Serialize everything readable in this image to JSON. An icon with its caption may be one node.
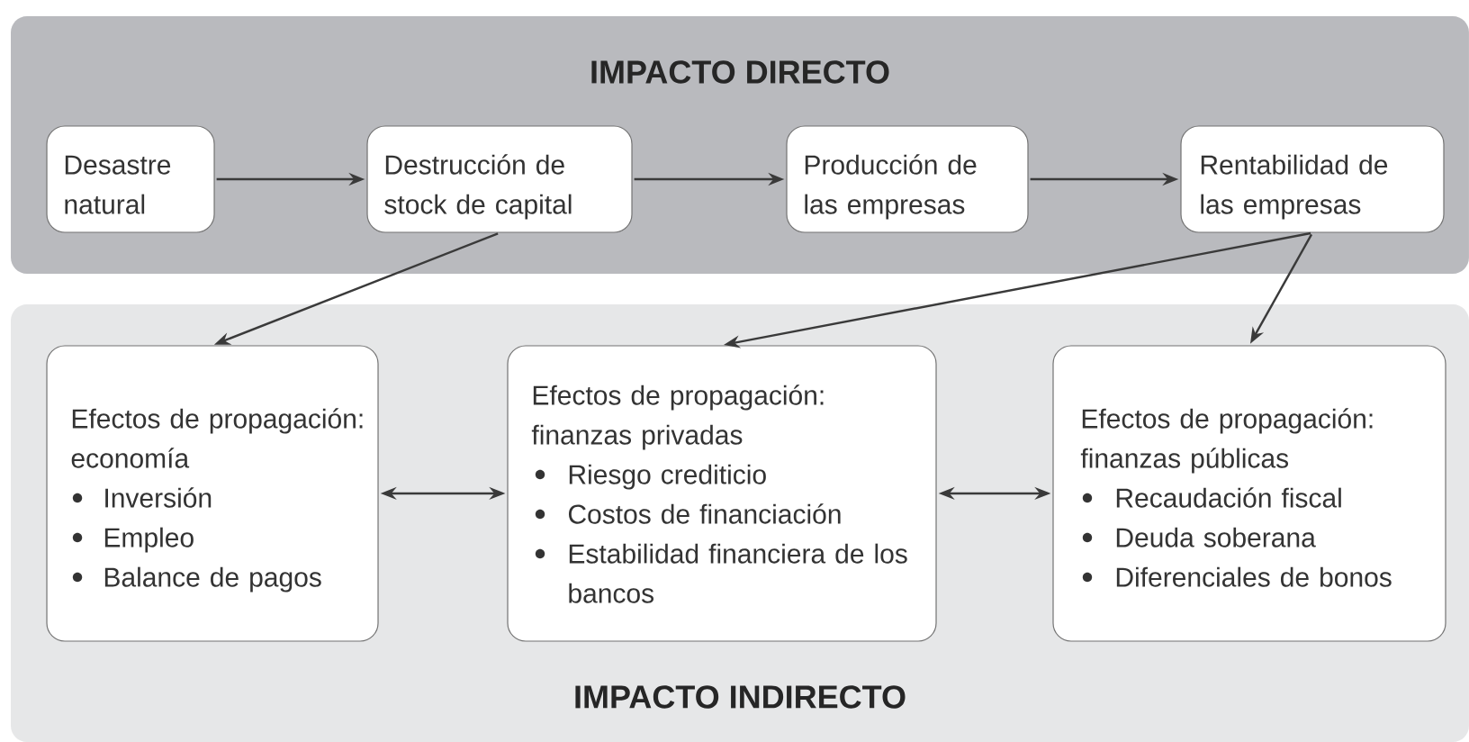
{
  "diagram": {
    "nodes": [
      {
        "text": [
          "IMPACTO DIRECTO"
        ]
      },
      {
        "text": [
          "Desastre natural"
        ],
        "in": 0
      },
      {
        "text": [
          "Destrucción de stock de capital"
        ],
        "in": 0
      },
      {
        "text": [
          "Producción de las empresas"
        ],
        "in": 0
      },
      {
        "text": [
          "Rentabilidad de las empresas"
        ],
        "in": 0
      },
      {
        "text": [
          "IMPACTO INDIRECTO"
        ]
      },
      {
        "text": [
          "Efectos de propagación: economía",
          "Inversión",
          "Empleo",
          "Balance de pagos"
        ],
        "in": 5
      },
      {
        "text": [
          "Efectos de propagación: finanzas privadas",
          "Riesgo crediticio",
          "Costos de financiación",
          "Estabilidad financiera de los bancos"
        ],
        "in": 5
      },
      {
        "text": [
          "Efectos de propagación: finanzas públicas",
          "Recaudación fiscal",
          "Deuda soberana",
          "Diferenciales de bonos"
        ],
        "in": 5
      }
    ],
    "edges": [
      {
        "from": 1,
        "to": 2,
        "arrow": "to"
      },
      {
        "from": 2,
        "to": 3,
        "arrow": "to"
      },
      {
        "from": 3,
        "to": 4,
        "arrow": "to"
      },
      {
        "from": 2,
        "to": 6,
        "arrow": "to"
      },
      {
        "from": 4,
        "to": 7,
        "arrow": "to"
      },
      {
        "from": 4,
        "to": 8,
        "arrow": "to"
      },
      {
        "from": 6,
        "to": 7,
        "arrow": "both"
      },
      {
        "from": 7,
        "to": 8,
        "arrow": "both"
      }
    ]
  }
}
